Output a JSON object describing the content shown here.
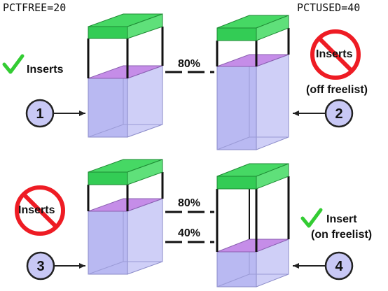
{
  "pctfree": "PCTFREE=20",
  "pctused": "PCTUSED=40",
  "panel1": {
    "number": "1",
    "label": "Inserts"
  },
  "panel2": {
    "number": "2",
    "label": "Inserts",
    "sublabel": "(off freelist)"
  },
  "panel3": {
    "number": "3",
    "label": "Inserts"
  },
  "panel4": {
    "number": "4",
    "label": "Insert",
    "sublabel": "(on freelist)"
  },
  "level_top": "80%",
  "level_bottom_80": "80%",
  "level_bottom_40": "40%",
  "colors": {
    "free_space": "#33cc55",
    "data_fill": "#b8b8f0",
    "threshold_plane": "#c08ae6",
    "check_mark": "#33cc33",
    "no_sign": "#ee1c24",
    "circle_fill": "#c8c8f5"
  }
}
